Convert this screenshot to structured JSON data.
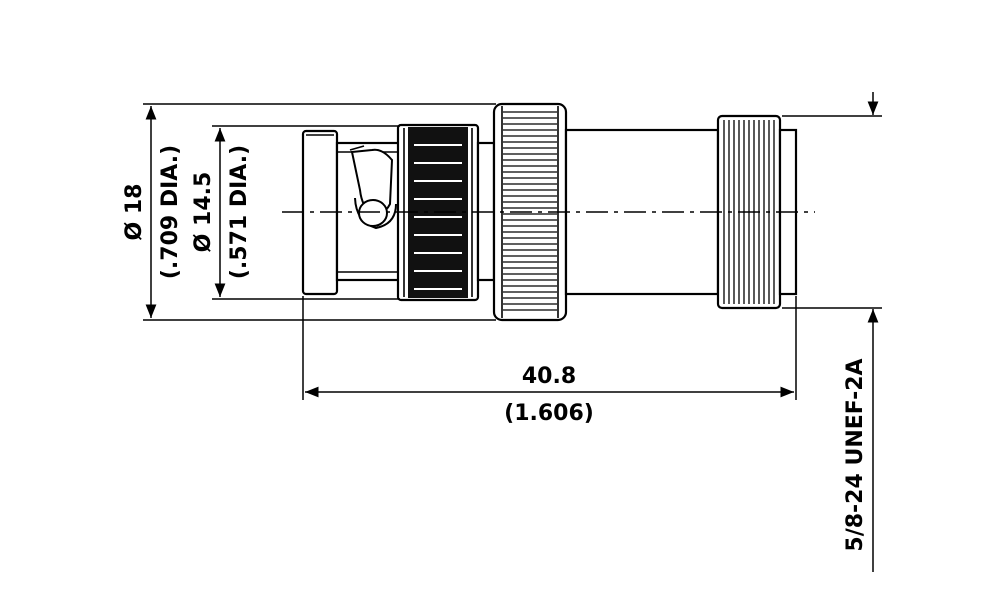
{
  "drawing": {
    "dim_outer_diameter_mm": "Ø 18",
    "dim_outer_diameter_in": "(.709 DIA.)",
    "dim_inner_diameter_mm": "Ø 14.5",
    "dim_inner_diameter_in": "(.571 DIA.)",
    "dim_length_mm": "40.8",
    "dim_length_in": "(1.606)",
    "thread_spec": "5/8-24 UNEF-2A"
  }
}
